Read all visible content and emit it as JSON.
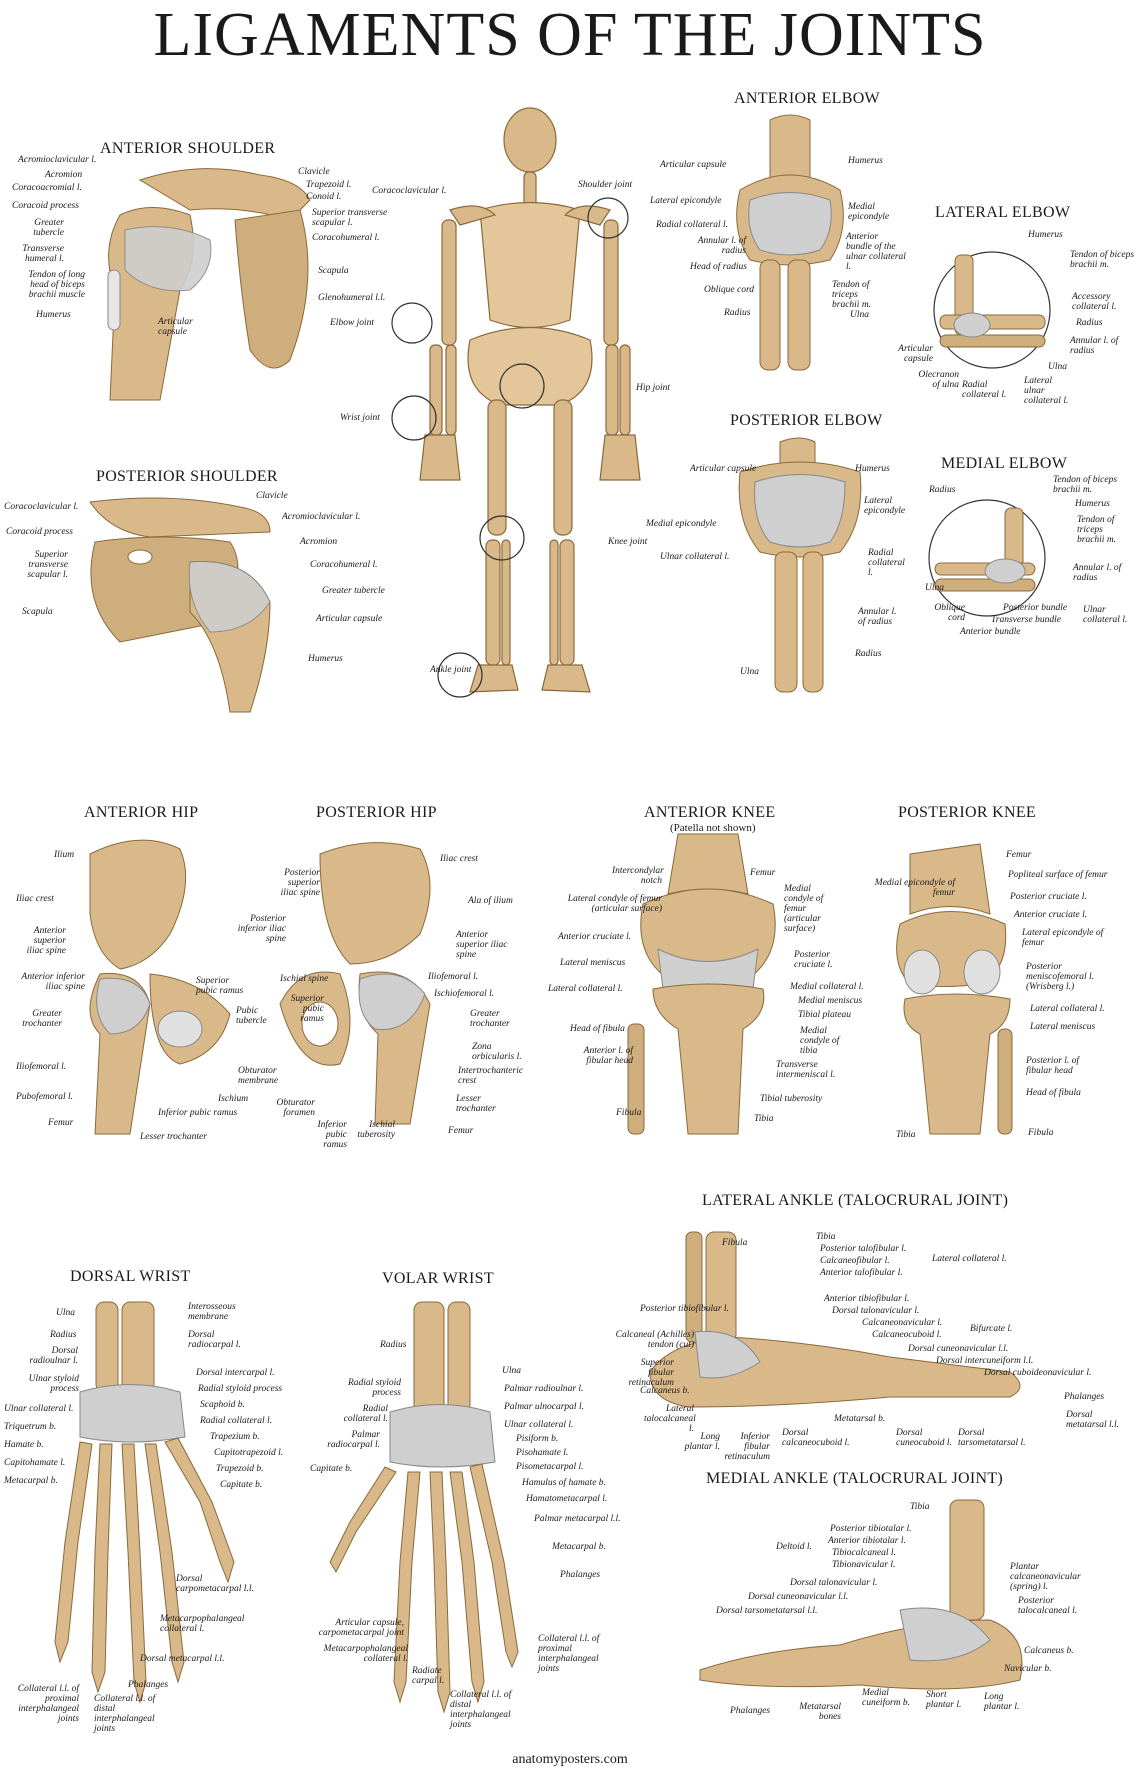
{
  "title": "LIGAMENTS OF THE JOINTS",
  "footer": "anatomyposters.com",
  "colors": {
    "bone": "#d9b98a",
    "bone_dark": "#b08a55",
    "ligament": "#c9c9c9",
    "line": "#333333"
  },
  "panels": {
    "anterior_shoulder": {
      "title": "ANTERIOR SHOULDER",
      "labels": [
        "Acromioclavicular l.",
        "Acromion",
        "Coracoacromial l.",
        "Coracoid process",
        "Greater tubercle",
        "Transverse humeral l.",
        "Tendon of long head of biceps brachii muscle",
        "Humerus",
        "Articular capsule",
        "Clavicle",
        "Trapezoid l.",
        "Conoid l.",
        "Coracoclavicular l.",
        "Superior transverse scapular l.",
        "Coracohumeral l.",
        "Scapula",
        "Glenohumeral l.l."
      ]
    },
    "posterior_shoulder": {
      "title": "POSTERIOR SHOULDER",
      "labels": [
        "Coracoclavicular l.",
        "Coracoid process",
        "Superior transverse scapular l.",
        "Scapula",
        "Clavicle",
        "Acromioclavicular l.",
        "Acromion",
        "Coracohumeral l.",
        "Greater tubercle",
        "Articular capsule",
        "Humerus"
      ]
    },
    "skeleton": {
      "labels": [
        "Shoulder joint",
        "Elbow joint",
        "Hip joint",
        "Wrist joint",
        "Knee joint",
        "Ankle joint"
      ]
    },
    "anterior_elbow": {
      "title": "ANTERIOR ELBOW",
      "labels": [
        "Articular capsule",
        "Lateral epicondyle",
        "Radial collateral l.",
        "Annular l. of radius",
        "Head of radius",
        "Oblique cord",
        "Radius",
        "Humerus",
        "Medial epicondyle",
        "Anterior bundle of the ulnar collateral l.",
        "Tendon of triceps brachii m.",
        "Ulna"
      ]
    },
    "lateral_elbow": {
      "title": "LATERAL ELBOW",
      "labels": [
        "Humerus",
        "Tendon of biceps brachii m.",
        "Accessory collateral l.",
        "Radius",
        "Annular l. of radius",
        "Ulna",
        "Articular capsule",
        "Olecranon of ulna",
        "Radial collateral l.",
        "Lateral ulnar collateral l."
      ]
    },
    "posterior_elbow": {
      "title": "POSTERIOR ELBOW",
      "labels": [
        "Articular capsule",
        "Medial epicondyle",
        "Ulnar collateral l.",
        "Ulna",
        "Humerus",
        "Lateral epicondyle",
        "Radial collateral l.",
        "Annular l. of radius",
        "Radius"
      ]
    },
    "medial_elbow": {
      "title": "MEDIAL ELBOW",
      "labels": [
        "Radius",
        "Tendon of biceps brachii m.",
        "Humerus",
        "Tendon of triceps brachii m.",
        "Annular l. of radius",
        "Ulna",
        "Oblique cord",
        "Posterior bundle",
        "Transverse bundle",
        "Anterior bundle",
        "Ulnar collateral l."
      ]
    },
    "anterior_hip": {
      "title": "ANTERIOR HIP",
      "labels": [
        "Ilium",
        "Iliac crest",
        "Anterior superior iliac spine",
        "Anterior inferior iliac spine",
        "Greater trochanter",
        "Iliofemoral l.",
        "Pubofemoral l.",
        "Femur",
        "Superior pubic ramus",
        "Pubic tubercle",
        "Obturator membrane",
        "Ischium",
        "Inferior pubic ramus",
        "Lesser trochanter"
      ]
    },
    "posterior_hip": {
      "title": "POSTERIOR HIP",
      "labels": [
        "Posterior superior iliac spine",
        "Posterior inferior iliac spine",
        "Ischial spine",
        "Superior pubic ramus",
        "Obturator foramen",
        "Inferior pubic ramus",
        "Ischial tuberosity",
        "Iliac crest",
        "Ala of ilium",
        "Anterior superior iliac spine",
        "Iliofemoral l.",
        "Ischiofemoral l.",
        "Greater trochanter",
        "Zona orbicularis l.",
        "Intertrochanteric crest",
        "Lesser trochanter",
        "Femur"
      ]
    },
    "anterior_knee": {
      "title": "ANTERIOR KNEE",
      "subtitle": "(Patella not shown)",
      "labels": [
        "Intercondylar notch",
        "Lateral condyle of femur (articular surface)",
        "Anterior cruciate l.",
        "Lateral meniscus",
        "Lateral collateral l.",
        "Head of fibula",
        "Anterior l. of fibular head",
        "Fibula",
        "Femur",
        "Medial condyle of femur (articular surface)",
        "Posterior cruciate l.",
        "Medial collateral l.",
        "Medial meniscus",
        "Tibial plateau",
        "Medial condyle of tibia",
        "Transverse intermeniscal l.",
        "Tibial tuberosity",
        "Tibia"
      ]
    },
    "posterior_knee": {
      "title": "POSTERIOR KNEE",
      "labels": [
        "Medial epicondyle of femur",
        "Femur",
        "Popliteal surface of femur",
        "Posterior cruciate l.",
        "Anterior cruciate l.",
        "Lateral epicondyle of femur",
        "Posterior meniscofemoral l. (Wrisberg l.)",
        "Lateral collateral l.",
        "Lateral meniscus",
        "Posterior l. of fibular head",
        "Head of fibula",
        "Tibia",
        "Fibula"
      ]
    },
    "dorsal_wrist": {
      "title": "DORSAL WRIST",
      "labels": [
        "Ulna",
        "Radius",
        "Dorsal radioulnar l.",
        "Ulnar styloid process",
        "Ulnar collateral l.",
        "Triquetrum b.",
        "Hamate b.",
        "Capitohamate l.",
        "Metacarpal b.",
        "Interosseous membrane",
        "Dorsal radiocarpal l.",
        "Dorsal intercarpal l.",
        "Radial styloid process",
        "Scaphoid b.",
        "Radial collateral l.",
        "Trapezium b.",
        "Capitotrapezoid l.",
        "Trapezoid b.",
        "Capitate b.",
        "Dorsal carpometacarpal l.l.",
        "Metacarpophalangeal collateral l.",
        "Dorsal metacarpal l.l.",
        "Phalanges",
        "Collateral l.l. of proximal interphalangeal joints",
        "Collateral l.l. of distal interphalangeal joints"
      ]
    },
    "volar_wrist": {
      "title": "VOLAR WRIST",
      "labels": [
        "Radius",
        "Radial styloid process",
        "Radial collateral l.",
        "Palmar radiocarpal l.",
        "Capitate b.",
        "Ulna",
        "Palmar radioulnar l.",
        "Palmar ulnocarpal l.",
        "Ulnar collateral l.",
        "Pisiform b.",
        "Pisohamate l.",
        "Pisometacarpal l.",
        "Hamulus of hamate b.",
        "Hamatometacarpal l.",
        "Palmar metacarpal l.l.",
        "Metacarpal b.",
        "Phalanges",
        "Articular capsule, carpometacarpal joint",
        "Metacarpophalangeal collateral l.",
        "Radiate carpal l.",
        "Collateral l.l. of proximal interphalangeal joints",
        "Collateral l.l. of distal interphalangeal joints"
      ]
    },
    "lateral_ankle": {
      "title": "LATERAL ANKLE (TALOCRURAL JOINT)",
      "labels": [
        "Fibula",
        "Tibia",
        "Posterior talofibular l.",
        "Calcaneofibular l.",
        "Anterior talofibular l.",
        "Lateral collateral l.",
        "Anterior tibiofibular l.",
        "Dorsal talonavicular l.",
        "Calcaneonavicular l.",
        "Calcaneocuboid l.",
        "Bifurcate l.",
        "Dorsal cuneonavicular l.l.",
        "Dorsal intercuneiform l.l.",
        "Dorsal cuboideonavicular l.",
        "Posterior tibiofibular l.",
        "Calcaneal (Achilles) tendon (cut)",
        "Superior fibular retinaculum",
        "Calcaneus b.",
        "Lateral talocalcaneal l.",
        "Long plantar l.",
        "Inferior fibular retinaculum",
        "Dorsal calcaneocuboid l.",
        "Metatarsal b.",
        "Dorsal cuneocuboid l.",
        "Dorsal tarsometatarsal l.",
        "Phalanges",
        "Dorsal metatarsal l.l."
      ]
    },
    "medial_ankle": {
      "title": "MEDIAL ANKLE (TALOCRURAL JOINT)",
      "labels": [
        "Tibia",
        "Posterior tibiotalar l.",
        "Anterior tibiotalar l.",
        "Tibiocalcaneal l.",
        "Tibionavicular l.",
        "Deltoid l.",
        "Dorsal talonavicular l.",
        "Dorsal cuneonavicular l.l.",
        "Dorsal tarsometatarsal l.l.",
        "Plantar calcaneonavicular (spring) l.",
        "Posterior talocalcaneal l.",
        "Calcaneus b.",
        "Navicular b.",
        "Phalanges",
        "Metatarsal bones",
        "Medial cuneiform b.",
        "Short plantar l.",
        "Long plantar l."
      ]
    }
  }
}
